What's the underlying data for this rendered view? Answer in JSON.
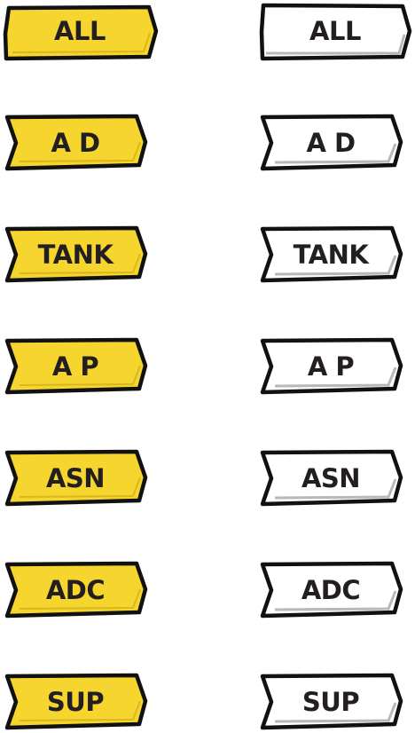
{
  "colors": {
    "active_fill": "#f5d52e",
    "inactive_fill": "#ffffff",
    "outline": "#111111",
    "shadow": "#b8b8b8",
    "text": "#231f20"
  },
  "filters": {
    "active": [
      {
        "key": "all",
        "label": "ALL"
      },
      {
        "key": "ad",
        "label": "A D"
      },
      {
        "key": "tank",
        "label": "TANK"
      },
      {
        "key": "ap",
        "label": "A P"
      },
      {
        "key": "asn",
        "label": "ASN"
      },
      {
        "key": "adc",
        "label": "ADC"
      },
      {
        "key": "sup",
        "label": "SUP"
      }
    ],
    "inactive": [
      {
        "key": "all",
        "label": "ALL"
      },
      {
        "key": "ad",
        "label": "A D"
      },
      {
        "key": "tank",
        "label": "TANK"
      },
      {
        "key": "ap",
        "label": "A P"
      },
      {
        "key": "asn",
        "label": "ASN"
      },
      {
        "key": "adc",
        "label": "ADC"
      },
      {
        "key": "sup",
        "label": "SUP"
      }
    ]
  }
}
